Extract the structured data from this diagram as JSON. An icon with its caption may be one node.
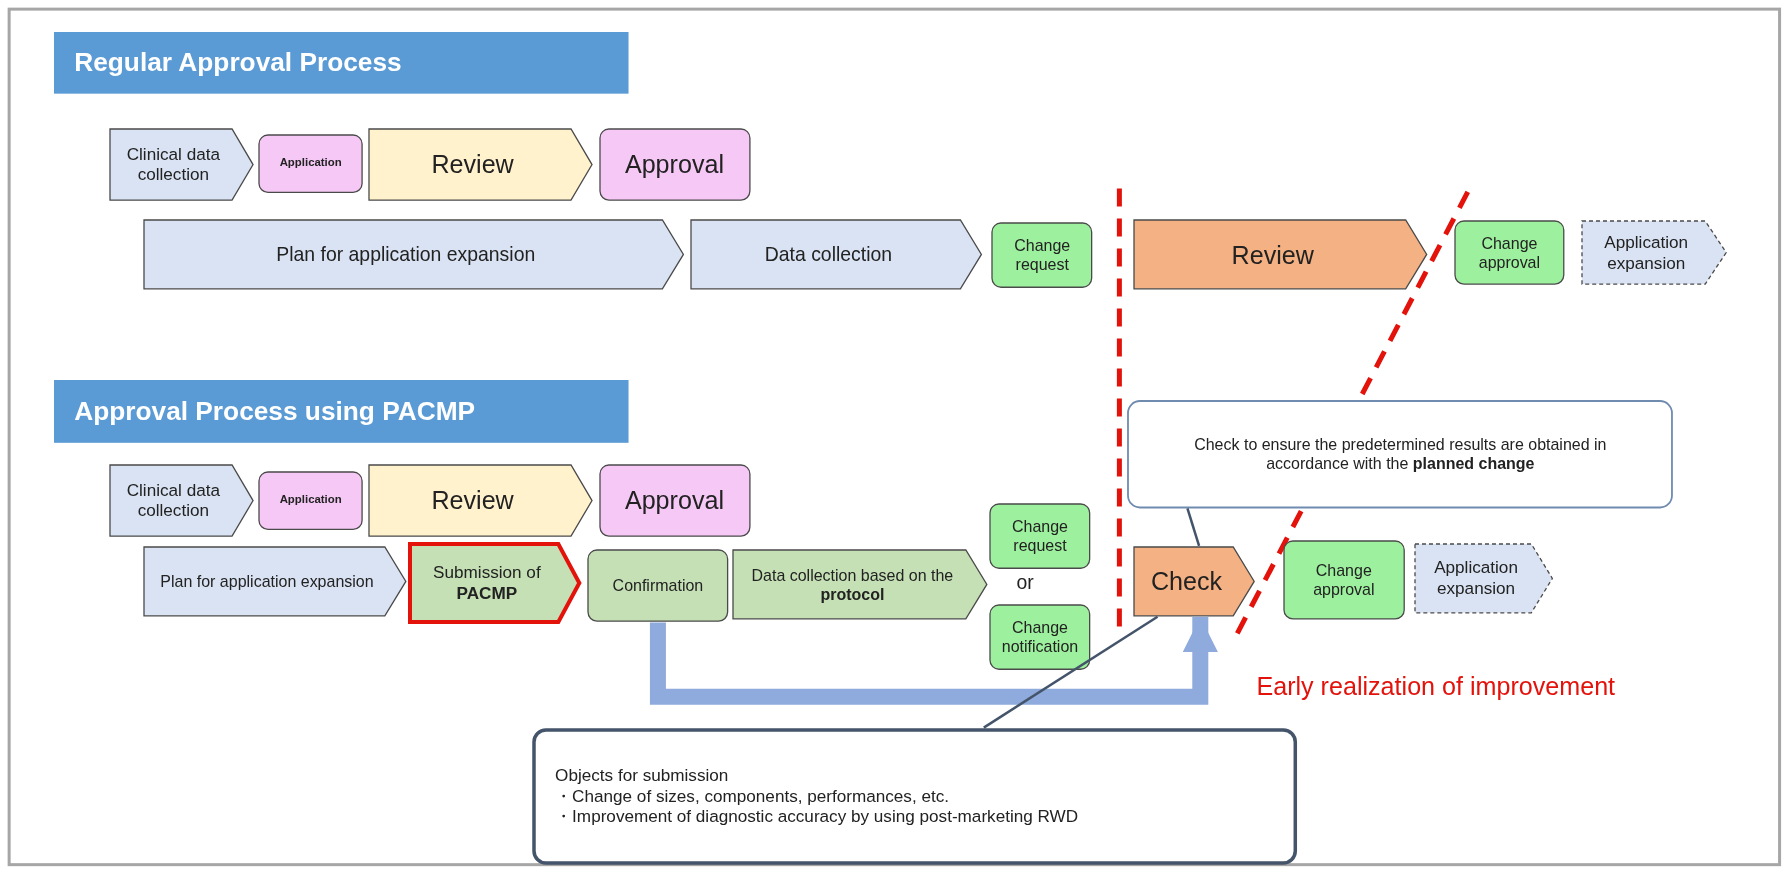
{
  "diagram": {
    "nodes": [
      {
        "text": [
          "Regular Approval Process"
        ]
      },
      {
        "text": [
          "Clinical data collection"
        ]
      },
      {
        "text": [
          "Application"
        ]
      },
      {
        "text": [
          "Review"
        ]
      },
      {
        "text": [
          "Approval"
        ]
      },
      {
        "text": [
          "Plan for application expansion"
        ]
      },
      {
        "text": [
          "Data collection"
        ]
      },
      {
        "text": [
          "Change request"
        ]
      },
      {
        "text": [
          "Review"
        ]
      },
      {
        "text": [
          "Change approval"
        ]
      },
      {
        "text": [
          "Application expansion"
        ]
      },
      {
        "text": [
          "Approval Process using PACMP"
        ]
      },
      {
        "text": [
          "Clinical data collection"
        ]
      },
      {
        "text": [
          "Application"
        ]
      },
      {
        "text": [
          "Review"
        ]
      },
      {
        "text": [
          "Approval"
        ]
      },
      {
        "text": [
          "Plan for application expansion"
        ]
      },
      {
        "text": [
          "Submission of **PACMP**"
        ]
      },
      {
        "text": [
          "Confirmation"
        ]
      },
      {
        "text": [
          "Data collection based on the **protocol**"
        ]
      },
      {
        "text": [
          "Change request"
        ]
      },
      {
        "text": [
          "Change notification"
        ]
      },
      {
        "text": [
          "Check"
        ]
      },
      {
        "text": [
          "Change approval"
        ]
      },
      {
        "text": [
          "Application expansion"
        ]
      },
      {
        "text": [
          "Check to ensure the predetermined results are obtained in accordance with the **planned change**"
        ]
      },
      {
        "text": [
          "Objects for submission",
          "・Change of sizes, components, performances, etc.",
          "・Improvement of diagnostic accuracy by using post-marketing RWD"
        ]
      }
    ],
    "edges": [
      {
        "from": 18,
        "to": 22,
        "arrow": "to",
        "style": "thick",
        "color": "#8faadc"
      },
      {
        "from": 25,
        "to": 22,
        "arrow": "none"
      },
      {
        "from": 26,
        "to": 22,
        "arrow": "none"
      }
    ],
    "labels": [
      "or",
      "Early realization of improvement"
    ]
  }
}
